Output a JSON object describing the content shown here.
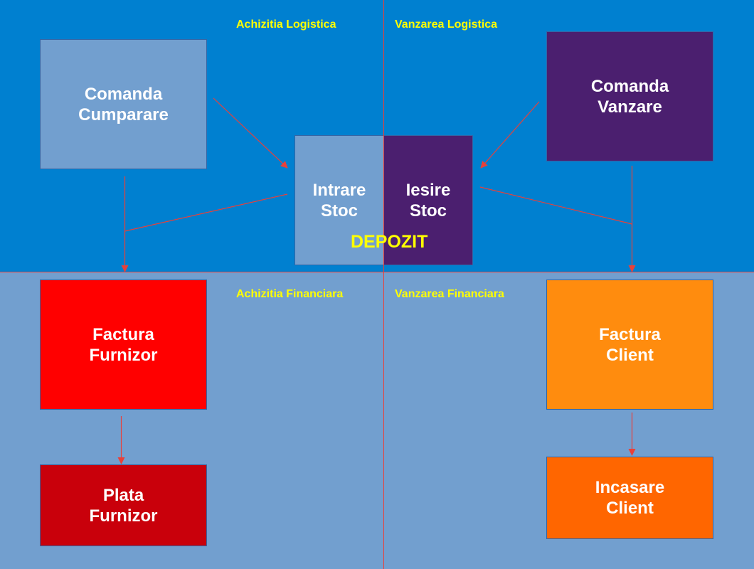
{
  "sections": {
    "achizitia_logistica": "Achizitia Logistica",
    "vanzarea_logistica": "Vanzarea Logistica",
    "achizitia_financiara": "Achizitia Financiara",
    "vanzarea_financiara": "Vanzarea Financiara"
  },
  "boxes": {
    "comanda_cumparare": "Comanda\nCumparare",
    "comanda_vanzare": "Comanda\nVanzare",
    "intrare_stoc": "Intrare\nStoc",
    "iesire_stoc": "Iesire\nStoc",
    "factura_furnizor": "Factura\nFurnizor",
    "plata_furnizor": "Plata\nFurnizor",
    "factura_client": "Factura\nClient",
    "incasare_client": "Incasare\nClient"
  },
  "depozit_label": "DEPOZIT",
  "colors": {
    "top_band": "#0080d0",
    "bottom_band": "#729fcf",
    "label_yellow": "#ffff00",
    "connector": "#e8403a",
    "light_blue_box": "#729fcf",
    "purple_box": "#4b1f6f",
    "red_box": "#ff0000",
    "dark_red_box": "#c9000b",
    "orange_box": "#ff8c0e",
    "dark_orange_box": "#ff6600"
  }
}
